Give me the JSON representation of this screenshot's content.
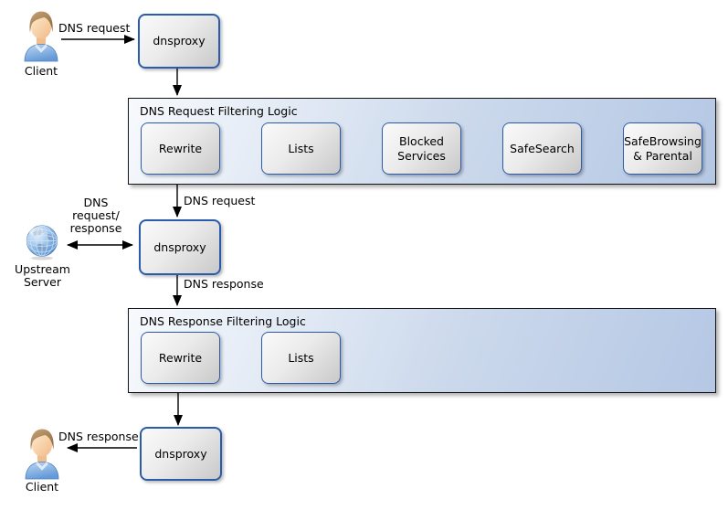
{
  "colors": {
    "node_border": "#2b5cab",
    "node_fill_light": "#fafafa",
    "node_fill_dark": "#c9c9c9",
    "container_border": "#141414",
    "container_fill_light": "#f7fafd",
    "container_fill_dark": "#b4c7e4",
    "arrow_color": "#000000",
    "text_color": "#000000"
  },
  "icons": {
    "client": "person-icon",
    "upstream": "globe-icon"
  },
  "top_flow": {
    "client": {
      "label": "Client"
    },
    "request_arrow_label": "DNS request",
    "dnsproxy_label": "dnsproxy"
  },
  "request_filter": {
    "title": "DNS Request Filtering Logic",
    "steps": [
      "Rewrite",
      "Lists",
      "Blocked\nServices",
      "SafeSearch",
      "SafeBrowsing\n& Parental"
    ]
  },
  "core": {
    "request_arrow_label": "DNS request",
    "dnsproxy_label": "dnsproxy",
    "upstream": {
      "label": "Upstream\nServer",
      "arrow_label": "DNS\nrequest/\nresponse"
    },
    "response_arrow_label": "DNS response"
  },
  "response_filter": {
    "title": "DNS Response Filtering Logic",
    "steps": [
      "Rewrite",
      "Lists"
    ]
  },
  "bottom_flow": {
    "dnsproxy_label": "dnsproxy",
    "response_arrow_label": "DNS response",
    "client": {
      "label": "Client"
    }
  }
}
